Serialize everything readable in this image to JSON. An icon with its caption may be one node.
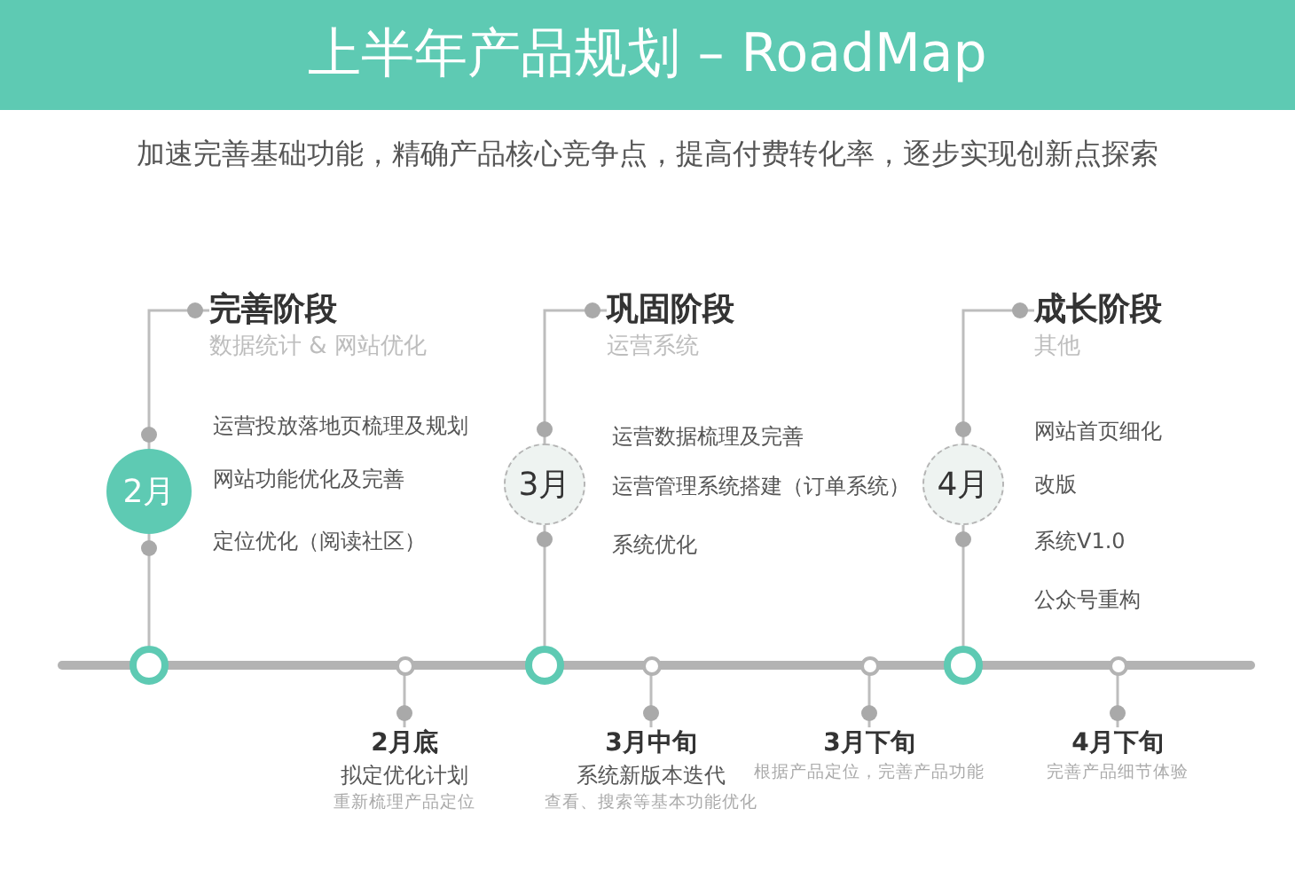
{
  "diagram": {
    "title": "上半年产品规划 – RoadMap",
    "nodes": [
      {
        "text": [
          "完善阶段",
          "数据统计 & 网站优化"
        ]
      },
      {
        "text": [
          "2月"
        ],
        "beside": [
          "运营投放落地页梳理及规划",
          "网站功能优化及完善",
          "定位优化（阅读社区）"
        ]
      },
      {
        "text": [
          "巩固阶段",
          "运营系统"
        ]
      },
      {
        "text": [
          "3月"
        ],
        "beside": [
          "运营数据梳理及完善",
          "运营管理系统搭建（订单系统）",
          "系统优化"
        ]
      },
      {
        "text": [
          "成长阶段",
          "其他"
        ]
      },
      {
        "text": [
          "4月"
        ],
        "beside": [
          "网站首页细化",
          "改版",
          "系统V1.0",
          "公众号重构"
        ]
      },
      {
        "text": [],
        "shape": "circle"
      },
      {
        "text": [],
        "shape": "circle"
      },
      {
        "text": [],
        "shape": "circle"
      },
      {
        "text": [],
        "shape": "circle"
      },
      {
        "text": [],
        "shape": "circle"
      },
      {
        "text": [],
        "shape": "circle"
      },
      {
        "text": [],
        "shape": "circle"
      },
      {
        "text": [
          "2月底",
          "拟定优化计划",
          "重新梳理产品定位"
        ]
      },
      {
        "text": [
          "3月中旬",
          "系统新版本迭代",
          "查看、搜索等基本功能优化"
        ]
      },
      {
        "text": [
          "3月下旬",
          "根据产品定位，完善产品功能"
        ]
      },
      {
        "text": [
          "4月下旬",
          "完善产品细节体验"
        ]
      }
    ],
    "edges": [
      {
        "from": 1,
        "to": 0,
        "arrow": "other"
      },
      {
        "from": 1,
        "to": 6,
        "arrow": "other"
      },
      {
        "from": 3,
        "to": 2,
        "arrow": "other"
      },
      {
        "from": 3,
        "to": 8,
        "arrow": "other"
      },
      {
        "from": 5,
        "to": 4,
        "arrow": "other"
      },
      {
        "from": 5,
        "to": 11,
        "arrow": "other"
      },
      {
        "from": 7,
        "to": 13,
        "arrow": "other"
      },
      {
        "from": 9,
        "to": 14,
        "arrow": "other"
      },
      {
        "from": 10,
        "to": 15,
        "arrow": "other"
      },
      {
        "from": 12,
        "to": 16,
        "arrow": "other"
      }
    ],
    "labels": [
      "加速完善基础功能，精确产品核心竞争点，提高付费转化率，逐步实现创新点探索"
    ]
  }
}
